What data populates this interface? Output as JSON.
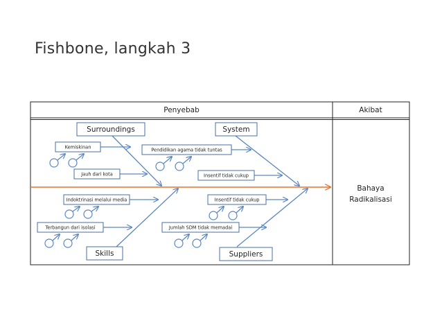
{
  "slide": {
    "title": "Fishbone, langkah 3"
  },
  "table": {
    "cause_header": "Penyebab",
    "effect_header": "Akibat",
    "effect_line1": "Bahaya",
    "effect_line2": "Radikalisasi"
  },
  "categories": {
    "surroundings": "Surroundings",
    "system": "System",
    "skills": "Skills",
    "suppliers": "Suppliers"
  },
  "causes": {
    "kemiskinan": "Kemiskinan",
    "jauh_dari_kota": "Jauh dari kota",
    "pendidikan_agama": "Pendidikan agama tidak tuntas",
    "insentif_upper": "Insentif tidak cukup",
    "indoktrinasi": "Indoktrinasi melalui media",
    "terbangun": "Terbangun dari isolasi",
    "insentif_lower": "Insentif tidak cukup",
    "jumlah_sdm": "Jumlah SDM tidak memadai"
  },
  "colors": {
    "spine": "#e8742c",
    "bone": "#5b86c0",
    "box_border": "#4a6fa5"
  }
}
